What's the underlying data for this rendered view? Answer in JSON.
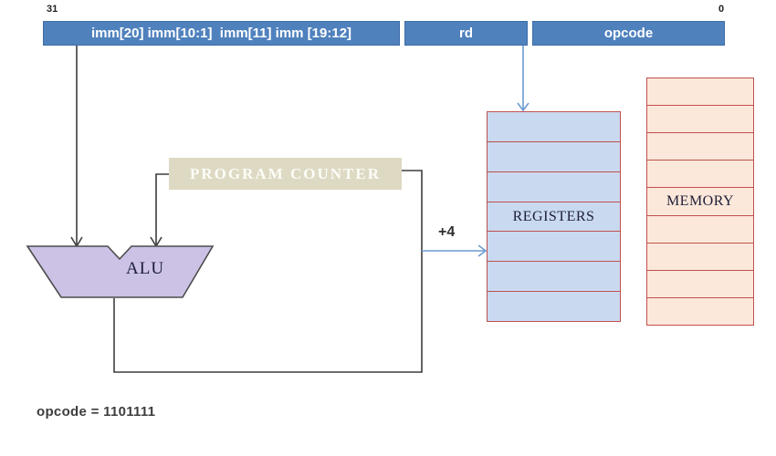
{
  "instruction_bar": {
    "left_bit": "31",
    "right_bit": "0",
    "fields": [
      {
        "label": "imm[20] imm[10:1]  imm[11] imm [19:12]"
      },
      {
        "label": "rd"
      },
      {
        "label": "opcode"
      }
    ]
  },
  "program_counter": {
    "label": "PROGRAM COUNTER"
  },
  "alu": {
    "label": "ALU"
  },
  "registers": {
    "label": "REGISTERS",
    "row_count": 7
  },
  "memory": {
    "label": "MEMORY",
    "row_count": 9
  },
  "wires": {
    "plus4_label": "+4"
  },
  "footer": {
    "opcode_note": "opcode = 1101111"
  },
  "colors": {
    "field_bar": "#4f81bd",
    "field_bar_border": "#3d6da8",
    "pc_box": "#ddd9c3",
    "alu_fill": "#ccc2e6",
    "registers_fill": "#c9daf0",
    "memory_fill": "#fce8da",
    "block_border": "#c0504d",
    "wire": "#3d3d3d",
    "blue_arrow": "#6d9ad0"
  }
}
